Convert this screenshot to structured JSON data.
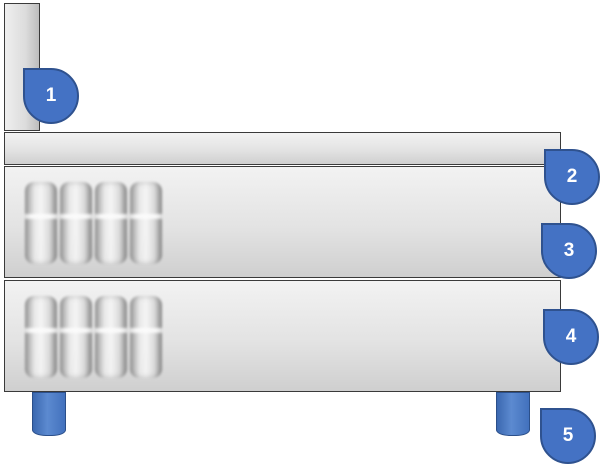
{
  "callouts": [
    "1",
    "2",
    "3",
    "4",
    "5"
  ],
  "colors": {
    "callout_fill": "#4472c4",
    "callout_border": "#2f528f",
    "leg_fill": "#4f81c6",
    "panel_fill": "#e3e3e3",
    "panel_border": "#3a3a3a"
  }
}
